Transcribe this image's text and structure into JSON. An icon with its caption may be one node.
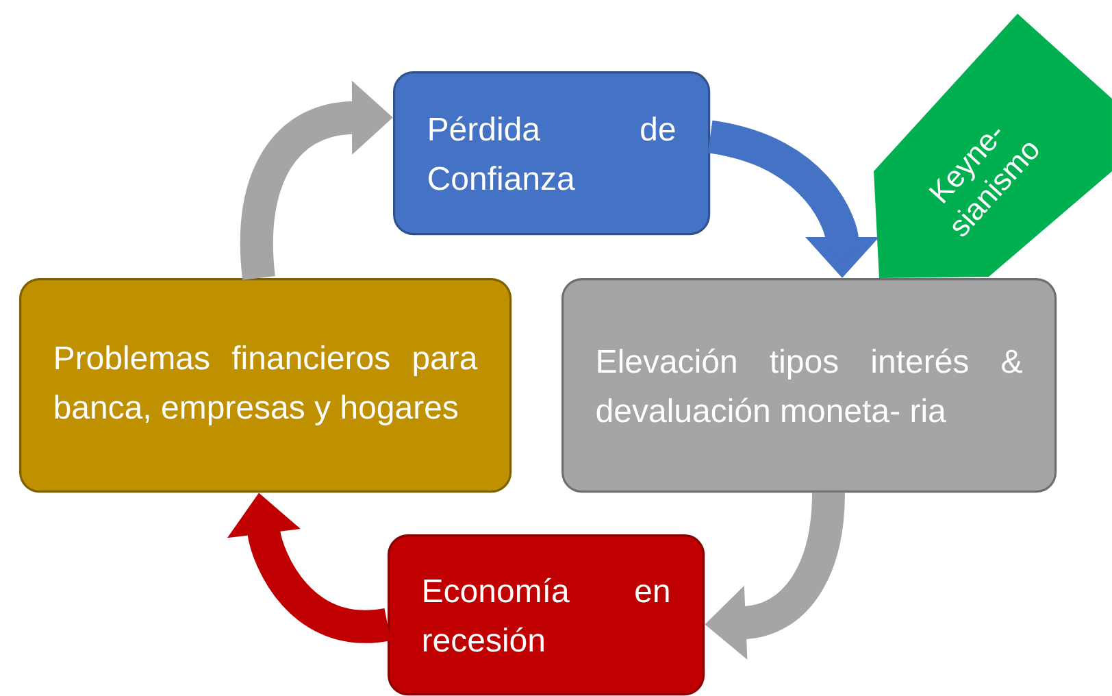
{
  "diagram": {
    "nodes": [
      {
        "text": [
          "Pérdida de Confianza"
        ]
      },
      {
        "text": [
          "Problemas financieros para banca, empresas y hogares"
        ]
      },
      {
        "text": [
          "Elevación tipos interés & devaluación moneta- ria"
        ]
      },
      {
        "text": [
          "Economía en recesión"
        ]
      },
      {
        "text": [
          "Keyne- sianismo"
        ]
      }
    ],
    "edges": [
      {
        "from": 0,
        "to": 2,
        "arrow": "to",
        "color": "#4472c4"
      },
      {
        "from": 2,
        "to": 3,
        "arrow": "to"
      },
      {
        "from": 3,
        "to": 1,
        "arrow": "to",
        "color": "#c00000"
      },
      {
        "from": 1,
        "to": 0,
        "arrow": "to"
      }
    ]
  }
}
